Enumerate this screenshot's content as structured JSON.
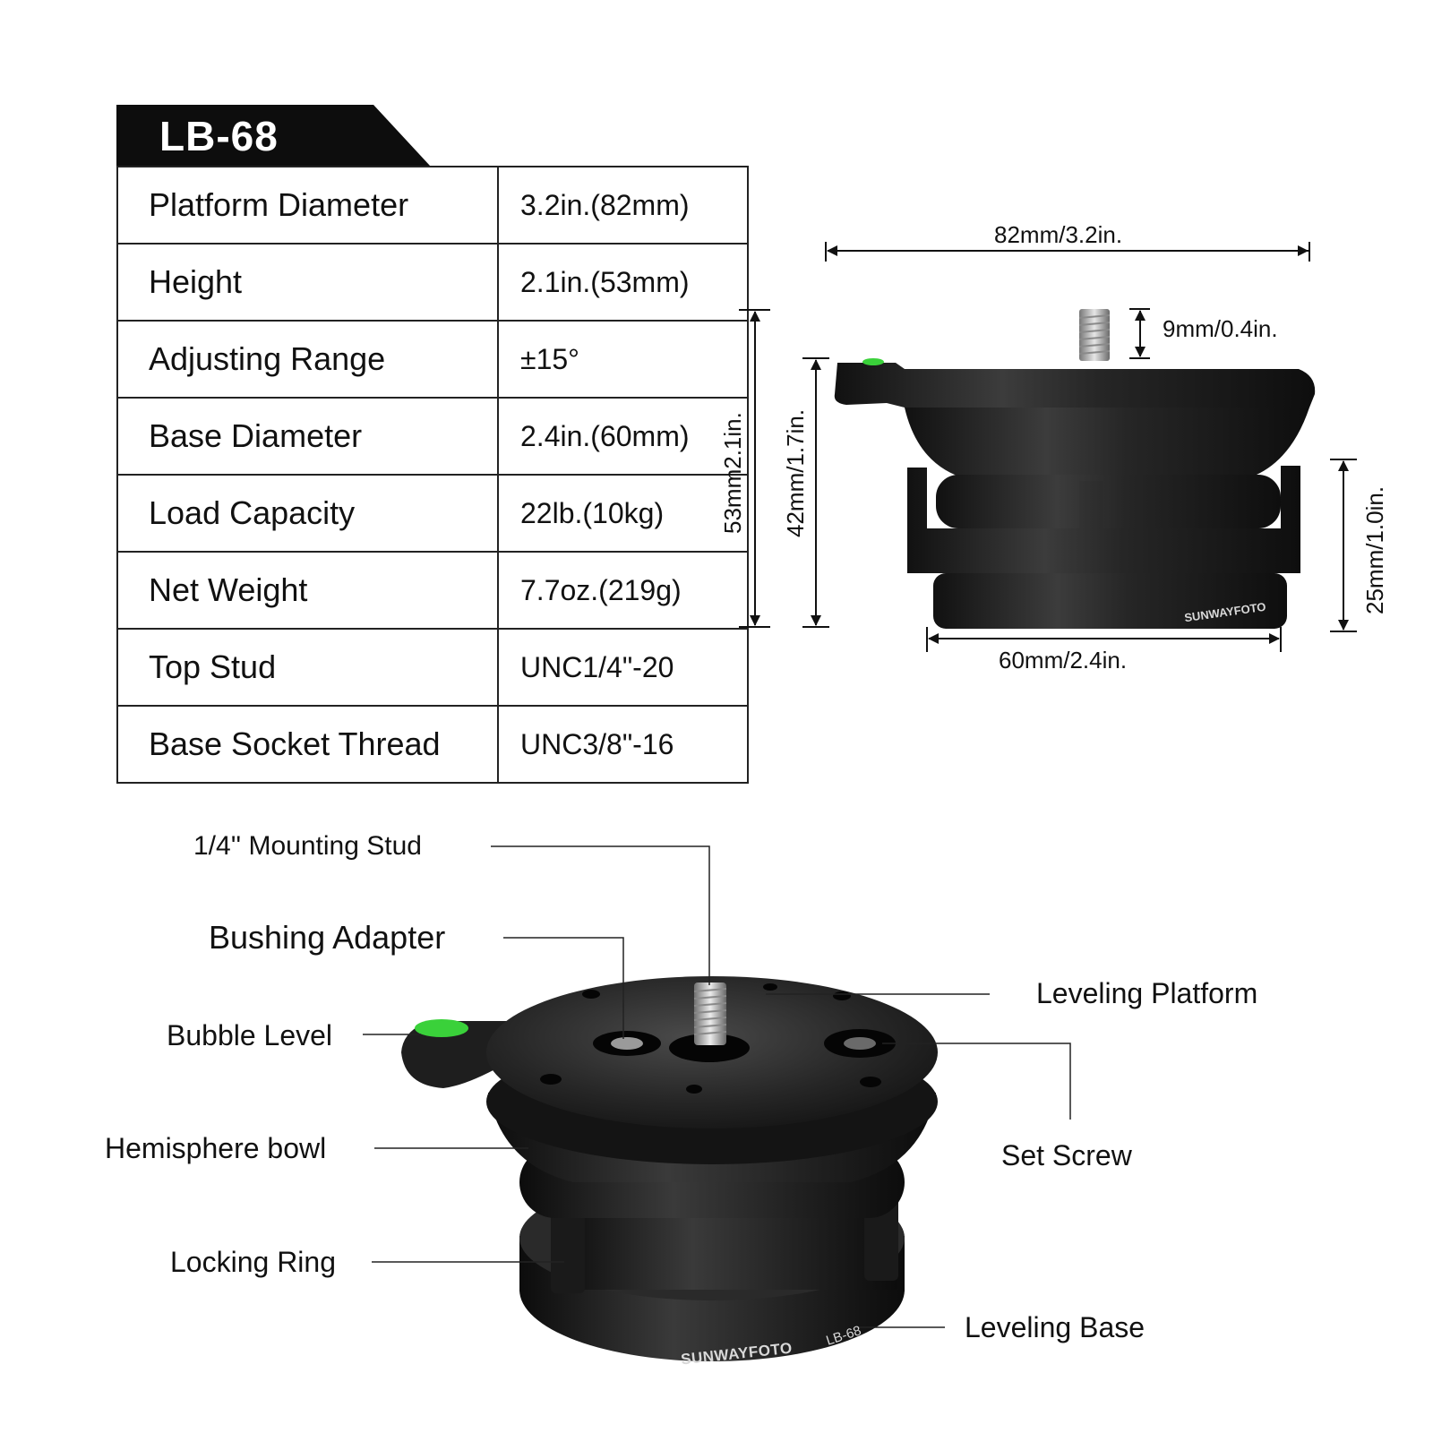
{
  "model": "LB-68",
  "specs": [
    {
      "label": "Platform Diameter",
      "value": "3.2in.(82mm)"
    },
    {
      "label": "Height",
      "value": "2.1in.(53mm)"
    },
    {
      "label": "Adjusting Range",
      "value": "±15°"
    },
    {
      "label": "Base Diameter",
      "value": "2.4in.(60mm)"
    },
    {
      "label": "Load Capacity",
      "value": "22lb.(10kg)"
    },
    {
      "label": "Net Weight",
      "value": "7.7oz.(219g)"
    },
    {
      "label": "Top Stud",
      "value": "UNC1/4\"-20"
    },
    {
      "label": "Base Socket Thread",
      "value": "UNC3/8\"-16"
    }
  ],
  "dimensions": {
    "platform_width": "82mm/3.2in.",
    "stud_height": "9mm/0.4in.",
    "total_height": "53mm2.1in.",
    "body_height": "42mm/1.7in.",
    "base_height": "25mm/1.0in.",
    "base_width": "60mm/2.4in."
  },
  "parts": {
    "mounting_stud": "1/4'' Mounting Stud",
    "bushing_adapter": "Bushing Adapter",
    "bubble_level": "Bubble Level",
    "hemisphere_bowl": "Hemisphere bowl",
    "locking_ring": "Locking Ring",
    "leveling_platform": "Leveling Platform",
    "set_screw": "Set Screw",
    "leveling_base": "Leveling Base"
  },
  "engraving": {
    "brand": "SUNWAYFOTO",
    "model": "LB-68"
  },
  "colors": {
    "body": "#1c1c1c",
    "highlight": "#4a4a4a",
    "bubble": "#3ad13a",
    "stud": "#b8b8b8"
  }
}
